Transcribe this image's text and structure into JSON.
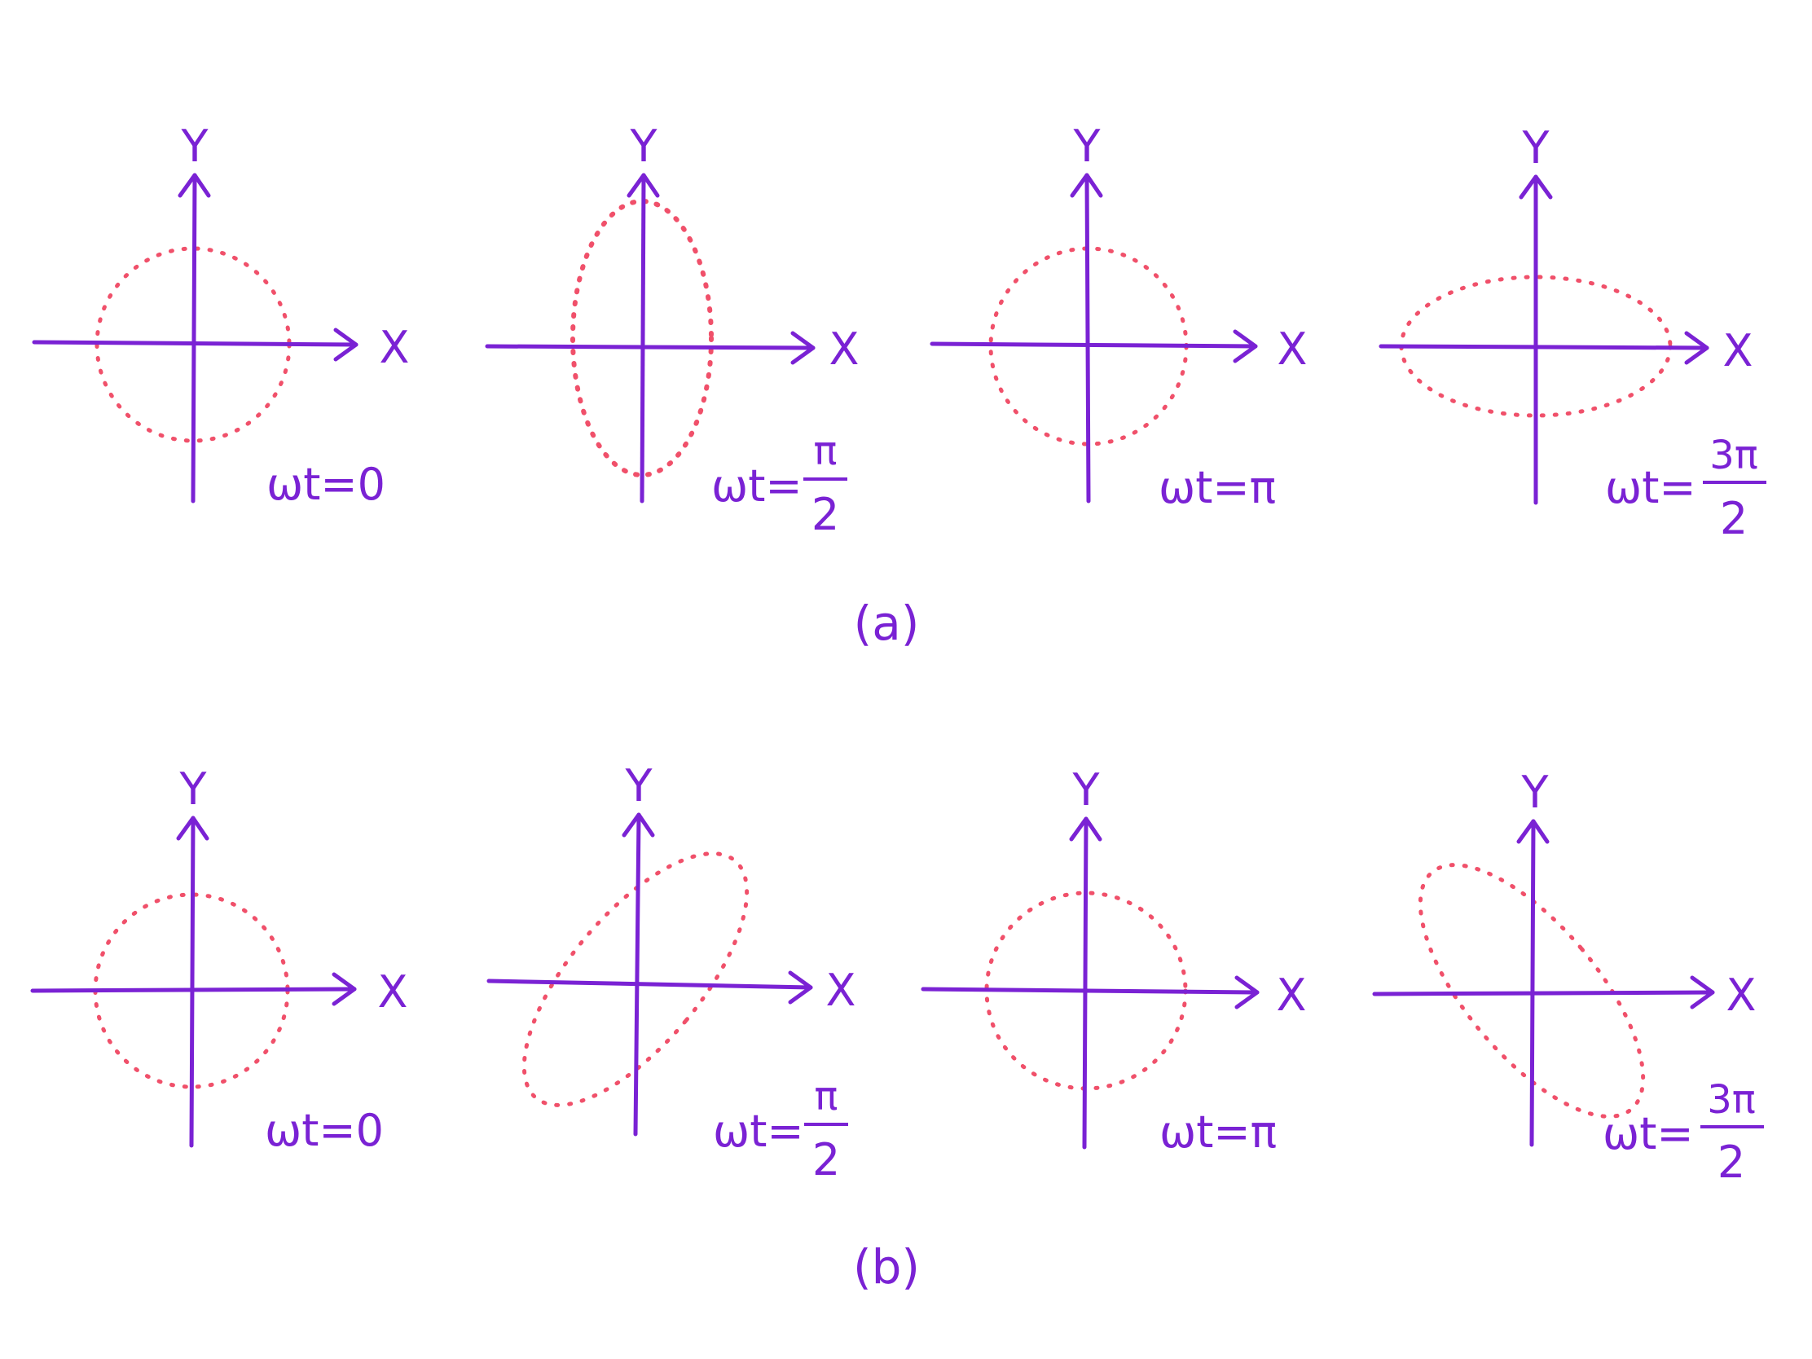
{
  "colors": {
    "axis": "#7a22d4",
    "curve": "#f0506a",
    "background": "#ffffff"
  },
  "axis_labels": {
    "x": "X",
    "y": "Y"
  },
  "rows": [
    {
      "label": "(a)",
      "panels": [
        {
          "curve": "circle",
          "time": {
            "prefix": "ωt=",
            "value": "0"
          }
        },
        {
          "curve": "vertical-ellipse",
          "time": {
            "prefix": "ωt=",
            "numerator": "π",
            "denominator": "2"
          }
        },
        {
          "curve": "circle",
          "time": {
            "prefix": "ωt=",
            "value": "π"
          }
        },
        {
          "curve": "horizontal-ellipse",
          "time": {
            "prefix": "ωt=",
            "numerator": "3π",
            "denominator": "2"
          }
        }
      ]
    },
    {
      "label": "(b)",
      "panels": [
        {
          "curve": "circle",
          "time": {
            "prefix": "ωt=",
            "value": "0"
          }
        },
        {
          "curve": "tilted-ellipse-right",
          "time": {
            "prefix": "ωt=",
            "numerator": "π",
            "denominator": "2"
          }
        },
        {
          "curve": "circle",
          "time": {
            "prefix": "ωt=",
            "value": "π"
          }
        },
        {
          "curve": "tilted-ellipse-left",
          "time": {
            "prefix": "ωt=",
            "numerator": "3π",
            "denominator": "2"
          }
        }
      ]
    }
  ]
}
